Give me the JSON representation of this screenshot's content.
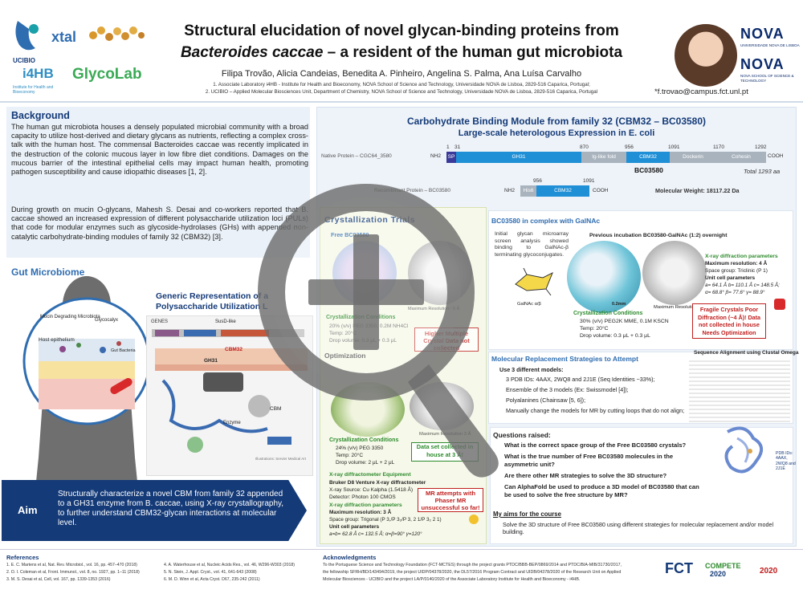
{
  "header": {
    "title_line1": "Structural elucidation of novel glycan-binding proteins from",
    "title_line2_italic": "Bacteroides caccae",
    "title_line2_rest": " – a resident of the human gut microbiota",
    "authors": "Filipa Trovão, Alicia Candeias, Benedita A. Pinheiro, Angelina S. Palma, Ana Luísa Carvalho",
    "affiliation1": "1.  Associate Laboratory i4HB - Institute for Health and Bioeconomy, NOVA School of Science and Technology, Universidade NOVA de Lisboa, 2829-516 Caparica, Portugal;",
    "affiliation2": "2.  UCIBIO – Applied Molecular Biosciences Unit, Department of Chemistry, NOVA School of Science and Technology, Universidade NOVA de Lisboa, 2829-516 Caparica, Portugal",
    "email": "*f.trovao@campus.fct.unl.pt",
    "logo_ucibio": "UCIBIO",
    "logo_xtal": "xtal",
    "logo_i4hb": "i4HB",
    "logo_i4hb_sub": "Institute for Health and Bioeconomy",
    "logo_glyco": "GlycoLab",
    "nova1": "NOVA",
    "nova1_sub": "UNIVERSIDADE NOVA DE LISBOA",
    "nova2": "NOVA",
    "nova2_sub": "NOVA SCHOOL OF SCIENCE & TECHNOLOGY"
  },
  "background": {
    "title": "Background",
    "para1": "The human gut microbiota houses a densely populated microbial community with a broad capacity to utilize host-derived and dietary glycans as nutrients, reflecting a complex cross-talk with the human host. The commensal Bacteroides caccae was recently implicated in the destruction of the colonic mucous layer in low fibre diet conditions. Damages on the mucous barrier of the intestinal epithelial cells may impact human health, promoting pathogen susceptibility and cause idiopathic diseases [1, 2].",
    "para2": "During growth on mucin O-glycans, Mahesh S. Desai and co-workers reported that B. caccae showed an increased expression of different polysaccharide utilization loci (PULs) that code for modular enzymes such as glycoside-hydrolases (GHs) with appended non-catalytic carbohydrate-binding modules of family 32 (CBM32) [3]."
  },
  "gut": {
    "title": "Gut Microbiome",
    "mucin": "Mucin Degrading Microbiota",
    "glycocalyx": "Glycocalyx",
    "epithelium": "Host epithelium",
    "gut_bacteria": "Gut Bacteria"
  },
  "generic": {
    "title1": "Generic Representation of a",
    "title2": "Polysaccharide Utilization L",
    "genes": "GENES",
    "susd": "SusD-like",
    "cbm32": "CBM32",
    "gh31": "GH31",
    "cbm": "CBM",
    "enzyme": "Enzyme",
    "credit": "Illustrations: Servier Medical Art"
  },
  "aim": {
    "title": "Aim",
    "text": "Structurally characterize a novel CBM from family 32 appended to a GH31 enzyme from B. caccae, using X-ray crystallography, to further understand CBM32-glycan interactions at molecular level."
  },
  "cbm_panel": {
    "title": "Carbohydrate Binding Module from family 32 (CBM32 – BC03580)",
    "subtitle": "Large-scale heterologous Expression in E. coli",
    "native_label": "Native Protein – CGC64_3580",
    "nh2": "NH2",
    "cooh": "COOH",
    "sp": "SP",
    "gh31": "GH31",
    "ig": "Ig-like fold",
    "cbm32": "CBM32",
    "dockerin": "Dockerin",
    "cohesin": "Cohesin",
    "n1": "1",
    "n31": "31",
    "n870": "870",
    "n956": "956",
    "n1091": "1091",
    "n1170": "1170",
    "n1292": "1292",
    "bc_label": "BC03580",
    "total": "Total 1293 aa",
    "recomb_label": "Recombinant Protein – BC03580",
    "his": "His6",
    "mw": "Molecular Weight: 18117.22 Da"
  },
  "cryst": {
    "title": "Crystallization Trials",
    "free": "Free BC03580",
    "cond_title": "Crystallization Conditions",
    "cond1": "20% (v/v) PEG 3350, 0.2M NH4Cl",
    "cond2": "Temp: 20°C",
    "cond3": "Drop volume: 0.3 μL + 0.3 μL",
    "res1": "Maximum Resolution~ 5 Å",
    "red1": "Higher Multiple Crystal Data not collected",
    "opt": "Optimization",
    "res3": "Maximum Resolution 3 Å",
    "cond2_title": "Crystallization Conditions",
    "c2_1": "24% (v/v) PEG 3350",
    "c2_2": "Temp: 20°C",
    "c2_3": "Drop volume: 2 μL + 2 μL",
    "dataset": "Data set collected in house at 3 Å!",
    "eq_title": "X-ray diffractometer Equipment",
    "eq1": "Bruker D8 Venture X-ray diffractometer",
    "eq2": "X-ray Source: Cu Kalpha (1.5418 Å)",
    "eq3": "Detector: Photon 100 CMOS",
    "xp_title": "X-ray diffraction parameters",
    "xp1": "Maximum resolution: 3 Å",
    "xp2": "Space group: Trigonal (P 3,/P 3₂/P 3, 2 1/P 3₂ 2 1)",
    "xp3": "Unit cell parameters",
    "xp4": "a=b= 62.8 Å c= 132.5 Å; α=β=90° γ=120°",
    "mr_red": "MR attempts with Phaser MR unsuccessful so far!"
  },
  "galnac": {
    "title": "BC03580 in complex with GalNAc",
    "intro": "Initial glycan microarray screen analysis showed binding to GalNAc-β terminating glycoconjugates.",
    "prev": "Previous incubation BC03580-GalNAc (1:2) overnight",
    "galnac_label": "GalNAc α/β",
    "scale": "0.2mm",
    "cond_title": "Crystallization Conditions",
    "c1": "30% (v/v) PEG2K MME, 0.1M KSCN",
    "c2": "Temp: 20°C",
    "c3": "Drop volume: 0.3 μL + 0.3 μL",
    "maxres": "Maximum Resolution~ 4 Å",
    "xp_title": "X-ray diffraction parameters",
    "xp1": "Maximum resolution: 4 Å",
    "xp2": "Space group: Triclinic (P 1)",
    "xp3": "Unit cell parameters",
    "xp4": "a= 64.1 Å b= 110.1 Å c= 148.5 Å;",
    "xp5": "α= 68.8° β= 77.6° γ= 88.9°",
    "red": "Fragile Crystals Poor Diffraction (~4 Å)! Data not collected in house Needs Optimization"
  },
  "mr": {
    "title": "Molecular Replacement Strategies to Attempt",
    "i1": "Use 3 different models:",
    "i2": "3 PDB IDs: 4AAX, 2WQ8 and 2J1E (Seq Identities ~33%);",
    "i3": "Ensemble of the 3 models (Ex: Swissmodel [4]);",
    "i4": "Polyalanines (Chainsaw [5, 6]);",
    "i5": "Manually change the models for MR by cutting loops that do not align;",
    "align": "Sequence Alignment using Clustal Omega"
  },
  "questions": {
    "title": "Questions raised:",
    "q1": "What is the correct space group of the Free BC03580 crystals?",
    "q2": "What is the true number of Free BC03580 molecules in the",
    "q2b": "asymmetric unit?",
    "q3": "Are there other MR strategies to solve the 3D structure?",
    "q4": "Can AlphaFold be used to produce a 3D model of BC03580 that can",
    "q4b": "be used to solve the free structure by MR?",
    "pdb": "PDB IDs: 4AAX, 2WQ8 and 2J1E",
    "aims_title": "My aims for the course",
    "aims": "Solve the 3D structure of Free BC03580 using different strategies for molecular replacement and/or model building."
  },
  "footer": {
    "ref_title": "References",
    "ref1": "1.  E. C. Martens et al, Nat. Rev. Microbiol., vol. 16, pp. 457–470 (2018)",
    "ref2": "2.  O. I. Coleman et al, Front. Immunol., vol. 8, no. 1927, pp. 1–11 (2018)",
    "ref3": "3.  M. S. Desai et al, Cell, vol. 167, pp. 1339-1353 (2016)",
    "ref4": "4.  A. Waterhouse et al, Nucleic Acids Res., vol. 46, W296-W303 (2018)",
    "ref5": "5.  N. Stein, J. Appl. Cryst., vol. 41, 641-643 (2008)",
    "ref6": "6.  M. D. Winn et al, Acta Cryst. D67, 235-242 (2011)",
    "ack_title": "Acknowledgments",
    "ack1": "To the Portuguese Science and Technology Foundation (FCT-MCTES) through the project grants PTDC/BBB-BEP/0869/2014 and PTDC/BIA-MIB/31730/2017,",
    "ack2": "the fellowship SFRH/BD/143494/2019, the project UIDP/04378/2020, the DL57/2016 Program Contract and UIDB/04378/2020 of the Research Unit on Applied",
    "ack3": "Molecular Biosciences - UCIBIO and the project LA/P/0140/2020 of the Associate Laboratory Institute for Health and Bioeconomy - i4HB.",
    "fct": "FCT",
    "compete": "COMPETE",
    "compete_year": "2020",
    "portugal": "2020"
  },
  "colors": {
    "brand_blue": "#143a78",
    "accent_blue": "#2f6db1",
    "domain_blue": "#1f8fd6",
    "domain_gray": "#a9b3bd",
    "alert_red": "#c0201f",
    "success_green": "#2e8b2e"
  },
  "overlay": {
    "icon": "zoom-in-icon"
  }
}
